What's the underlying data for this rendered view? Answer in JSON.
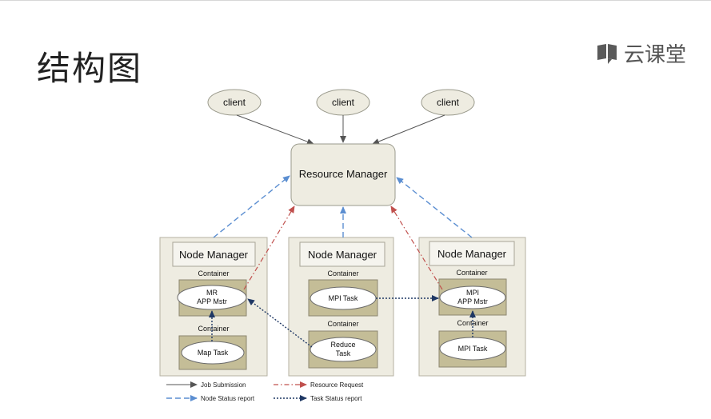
{
  "slide": {
    "title": "结构图"
  },
  "brand": {
    "name": "云课堂",
    "icon": "chat-book-icon"
  },
  "diagram": {
    "clients": [
      "client",
      "client",
      "client"
    ],
    "resource_manager": "Resource Manager",
    "nodes": [
      {
        "manager": "Node Manager",
        "containers": [
          {
            "label": "Container",
            "task": [
              "MR",
              "APP Mstr"
            ]
          },
          {
            "label": "Container",
            "task": [
              "Map Task"
            ]
          }
        ]
      },
      {
        "manager": "Node Manager",
        "containers": [
          {
            "label": "Container",
            "task": [
              "MPI Task"
            ]
          },
          {
            "label": "Container",
            "task": [
              "Reduce",
              "Task"
            ]
          }
        ]
      },
      {
        "manager": "Node Manager",
        "containers": [
          {
            "label": "Container",
            "task": [
              "MPI",
              "APP Mstr"
            ]
          },
          {
            "label": "Container",
            "task": [
              "MPI Task"
            ]
          }
        ]
      }
    ],
    "legend": [
      {
        "label": "Job Submission",
        "style": "solid",
        "color": "#555555"
      },
      {
        "label": "Resource Request",
        "style": "dashdot",
        "color": "#c0504d"
      },
      {
        "label": "Node Status report",
        "style": "dashed",
        "color": "#4f81bd"
      },
      {
        "label": "Task Status report",
        "style": "dotted",
        "color": "#1f3864"
      }
    ]
  }
}
